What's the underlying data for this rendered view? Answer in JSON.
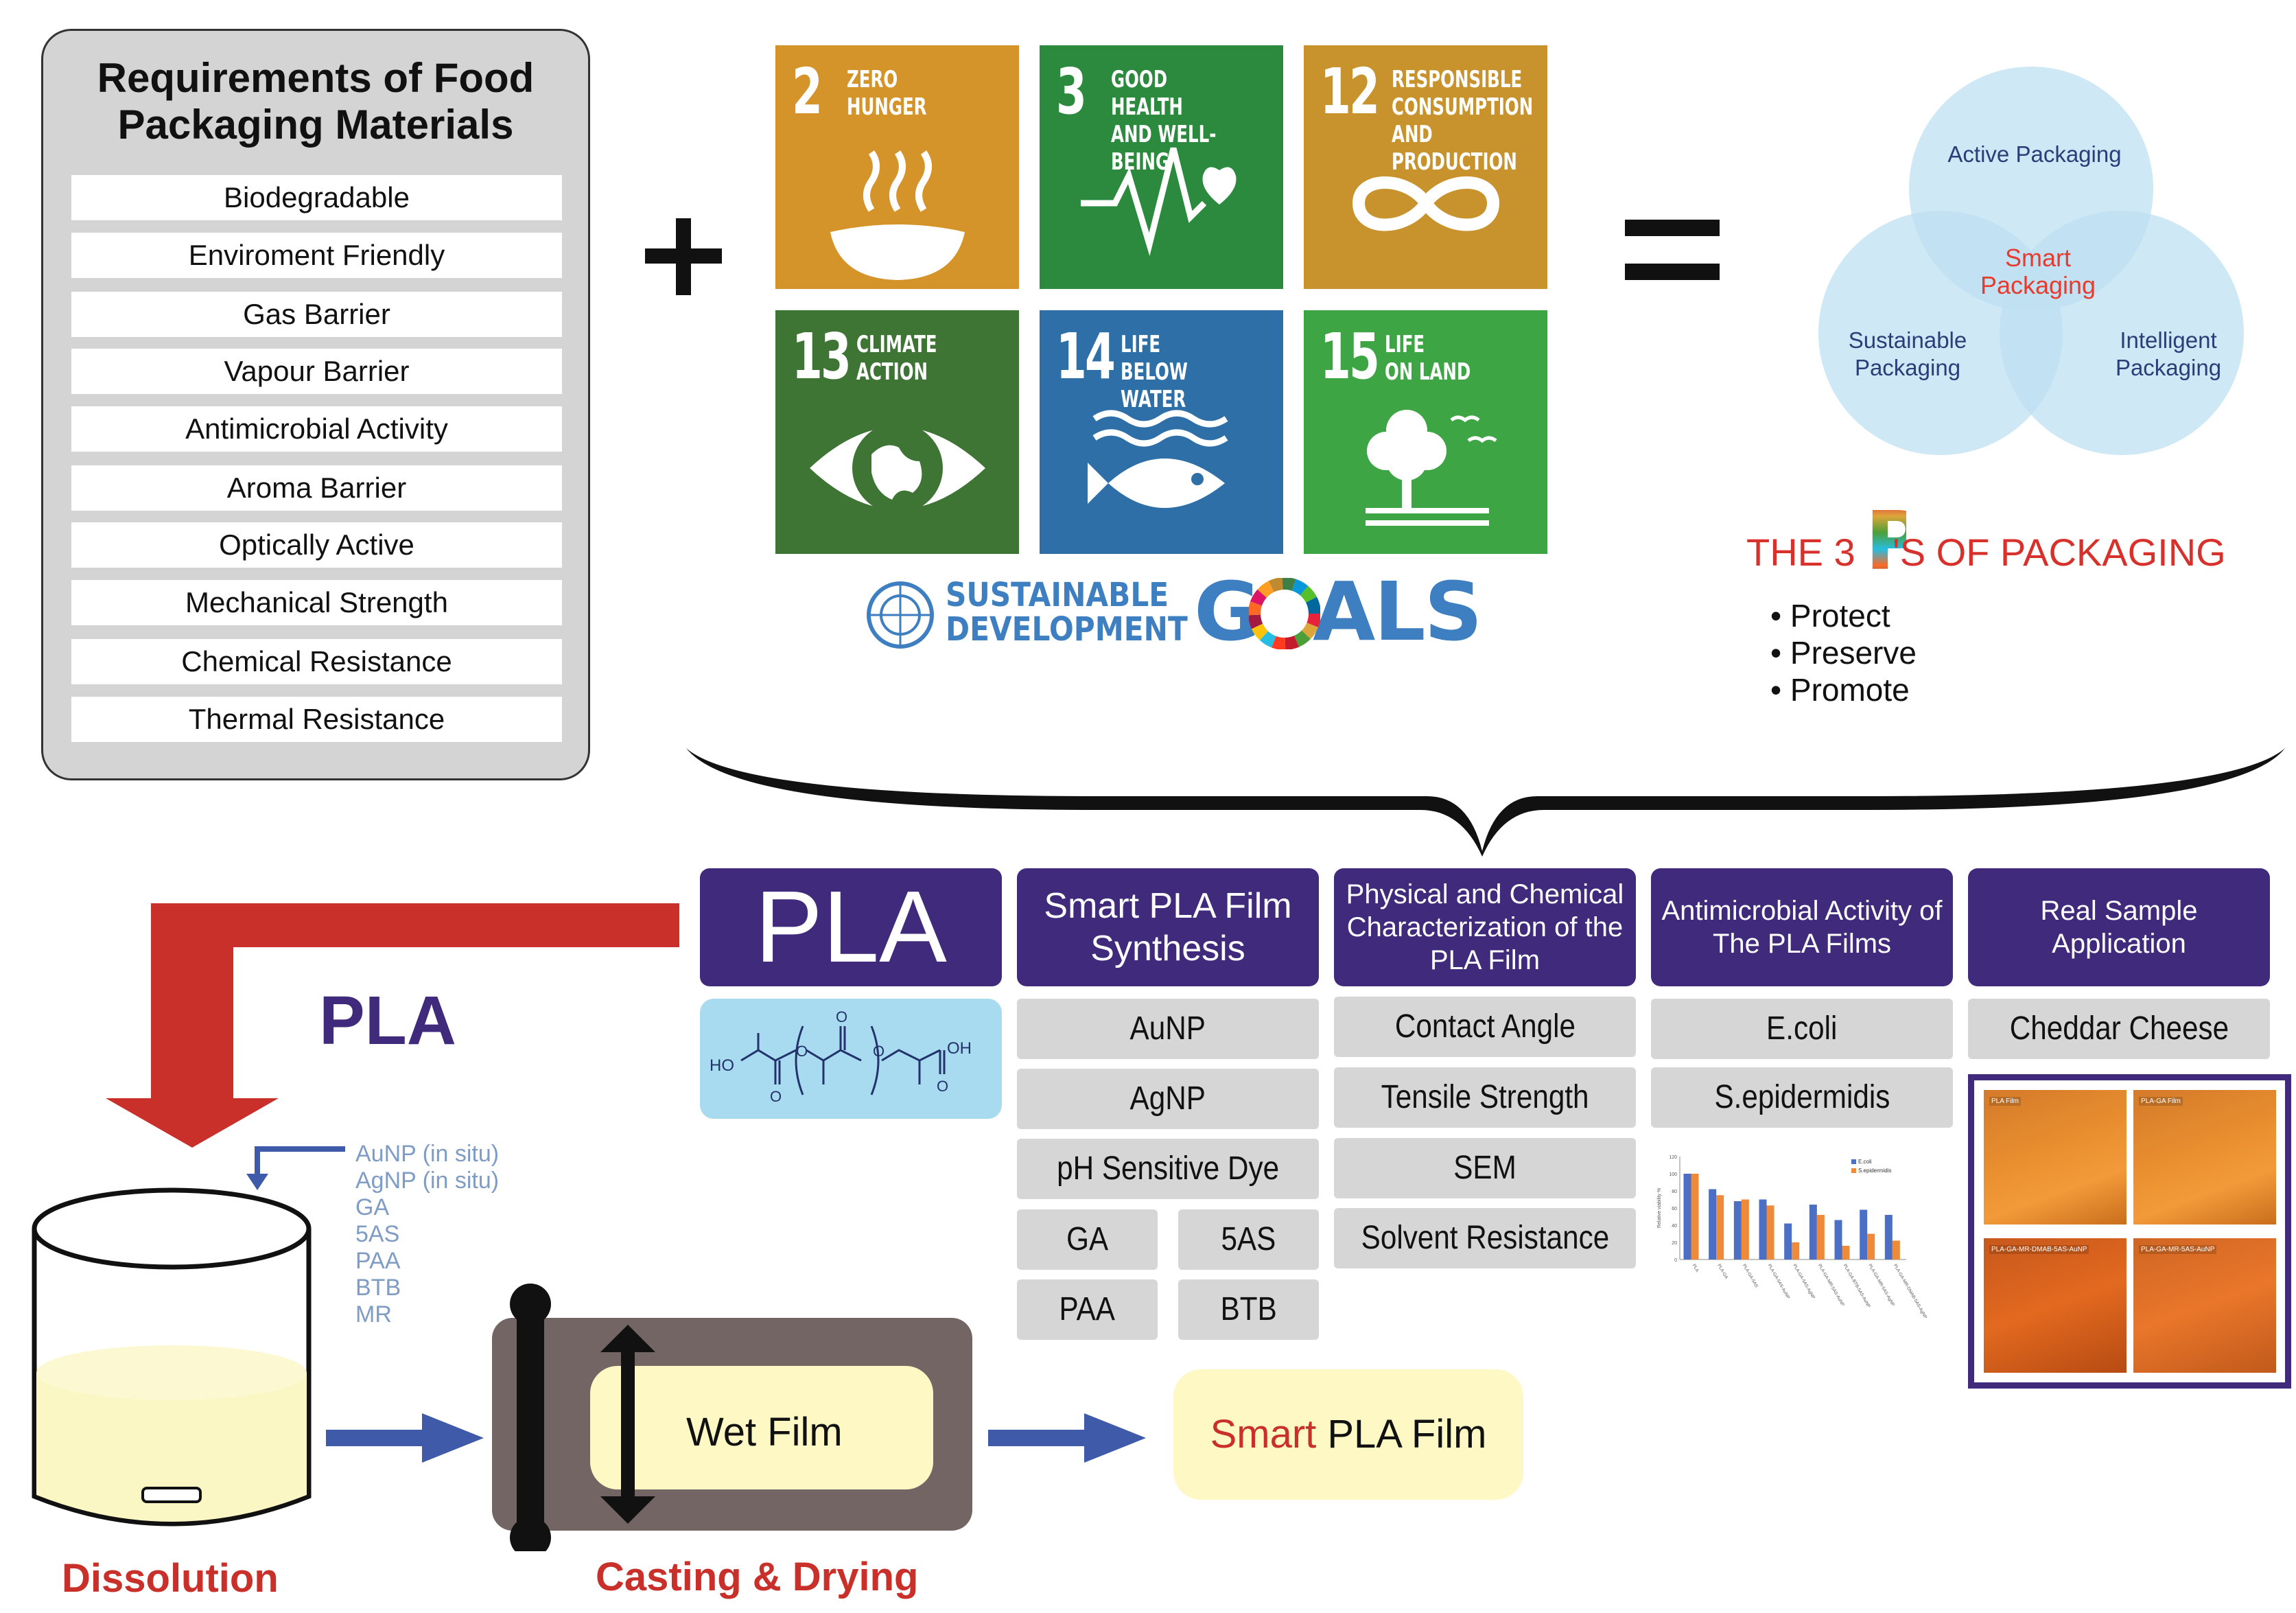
{
  "requirements": {
    "title_line1": "Requirements of Food",
    "title_line2": "Packaging Materials",
    "items": [
      "Biodegradable",
      "Enviroment Friendly",
      "Gas Barrier",
      "Vapour Barrier",
      "Antimicrobial Activity",
      "Aroma Barrier",
      "Optically Active",
      "Mechanical Strength",
      "Chemical Resistance",
      "Thermal Resistance"
    ]
  },
  "sdg": {
    "tiles": [
      {
        "number": "2",
        "text": "ZERO\nHUNGER",
        "color": "#d5942a",
        "icon": "bowl-icon"
      },
      {
        "number": "3",
        "text": "GOOD HEALTH\nAND WELL-BEING",
        "color": "#2c8a3f",
        "icon": "heartbeat-icon"
      },
      {
        "number": "12",
        "text": "RESPONSIBLE\nCONSUMPTION\nAND PRODUCTION",
        "color": "#c8922d",
        "icon": "infinity-icon"
      },
      {
        "number": "13",
        "text": "CLIMATE\nACTION",
        "color": "#3e7434",
        "icon": "eye-globe-icon"
      },
      {
        "number": "14",
        "text": "LIFE\nBELOW WATER",
        "color": "#2d6fa6",
        "icon": "fish-icon"
      },
      {
        "number": "15",
        "text": "LIFE\nON LAND",
        "color": "#3ea545",
        "icon": "tree-birds-icon"
      }
    ],
    "logo_line1": "SUSTAINABLE",
    "logo_line2": "DEVELOPMENT",
    "logo_word": "G  ALS"
  },
  "venn": {
    "top": "Active Packaging",
    "left_line1": "Sustainable",
    "left_line2": "Packaging",
    "right_line1": "Intelligent",
    "right_line2": "Packaging",
    "center_line1": "Smart",
    "center_line2": "Packaging",
    "circle_color": "#bde0f2",
    "overlap_color": "#6ec0e8"
  },
  "three_ps": {
    "title_prefix": "THE 3",
    "big_letter": "P",
    "title_suffix": "'S OF PACKAGING",
    "items": [
      "Protect",
      "Preserve",
      "Promote"
    ]
  },
  "headers": {
    "pla": "PLA",
    "synthesis_line1": "Smart PLA Film",
    "synthesis_line2": "Synthesis",
    "physchem_line1": "Physical and Chemical",
    "physchem_line2": "Characterization of the",
    "physchem_line3": "PLA Film",
    "antimicrobial_line1": "Antimicrobial Activity of",
    "antimicrobial_line2": "The PLA Films",
    "real_line1": "Real Sample",
    "real_line2": "Application"
  },
  "structure": {
    "ho": "HO",
    "oh": "OH",
    "o": "O"
  },
  "synthesis_items": [
    "AuNP",
    "AgNP",
    "pH Sensitive Dye",
    "GA",
    "5AS",
    "PAA",
    "BTB"
  ],
  "characterization_items": [
    "Contact Angle",
    "Tensile Strength",
    "SEM",
    "Solvent Resistance"
  ],
  "antimicrobial_items": [
    "E.coli",
    "S.epidermidis"
  ],
  "real_sample_items": [
    "Cheddar Cheese"
  ],
  "photo_labels": [
    "PLA Film",
    "PLA-GA Film",
    "PLA-GA-MR-DMAB-5AS-AuNP",
    "PLA-GA-MR-5AS-AuNP"
  ],
  "chart_data": {
    "type": "bar",
    "categories": [
      "PLA",
      "PLA-GA",
      "PLA-GA-5AS",
      "PLA-GA-5AS-AuNP",
      "PLA-GA-5AS-AgNP",
      "PLA-GA-MR-5AS-AuNP",
      "PLA-GA-BTB-5AS-AuNP",
      "PLA-GA-MR-5AS-AgNP",
      "PLA-GA-MR-DMAB-5AS-AgNP"
    ],
    "series": [
      {
        "name": "E.coli",
        "color": "#4a6fc4",
        "values": [
          100,
          82,
          68,
          70,
          42,
          64,
          46,
          58,
          52
        ]
      },
      {
        "name": "S.epidermidis",
        "color": "#ef8a3a",
        "values": [
          100,
          75,
          70,
          63,
          20,
          52,
          16,
          30,
          22
        ]
      }
    ],
    "ylabel": "Relative viability %",
    "ylim": [
      0,
      120
    ],
    "yticks": [
      "0",
      "20",
      "40",
      "60",
      "80",
      "100",
      "120"
    ]
  },
  "process": {
    "pla_label": "PLA",
    "additives": [
      "AuNP (in situ)",
      "AgNP (in situ)",
      "GA",
      "5AS",
      "PAA",
      "BTB",
      "MR"
    ],
    "dissolution": "Dissolution",
    "wet_film": "Wet Film",
    "casting": "Casting & Drying",
    "smart_film_red": "Smart",
    "smart_film_rest": " PLA Film"
  },
  "colors": {
    "purple": "#3f2a7c",
    "red_arrow": "#c9302a",
    "blue_arrow": "#3f5aa8",
    "grey_box": "#d6d6d6",
    "light_blue": "#a9dbf0",
    "yellow": "#fdf8c4"
  }
}
